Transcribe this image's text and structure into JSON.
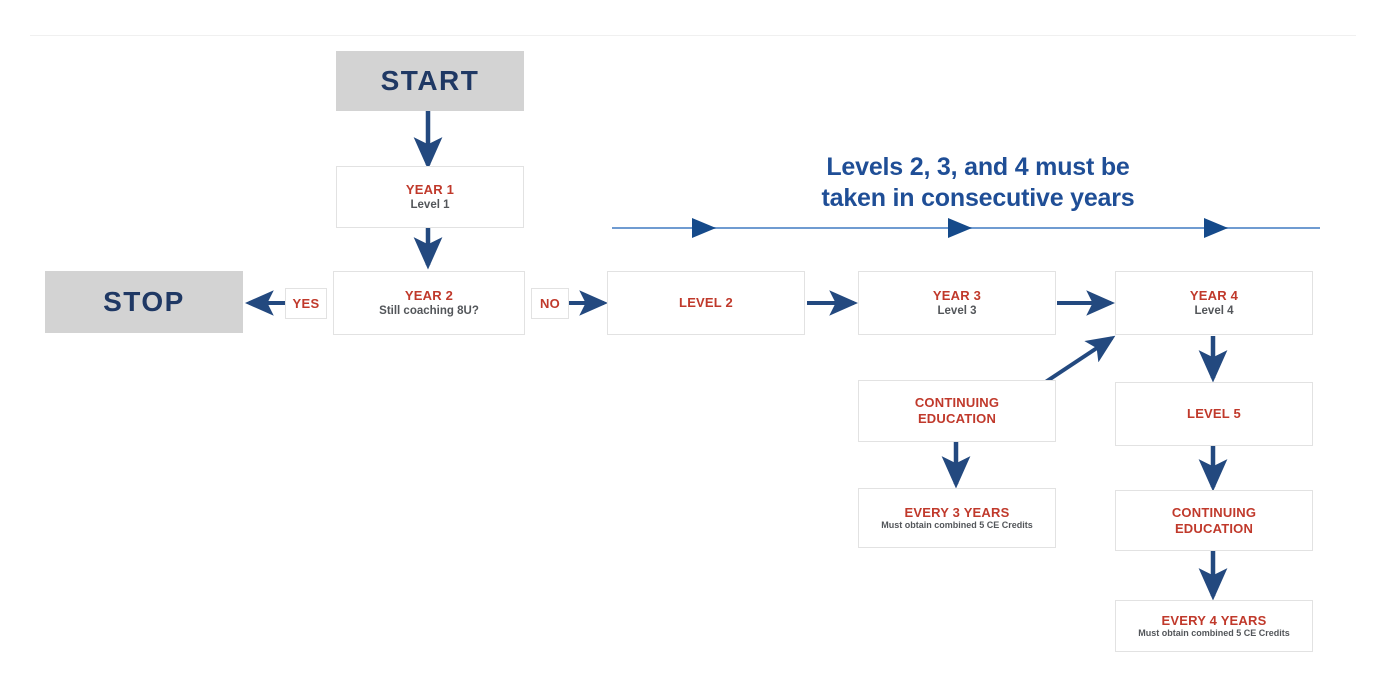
{
  "diagram": {
    "title_banner": "Levels 2, 3, and 4 must be\ntaken in consecutive years",
    "headline_line1": "Levels 2, 3, and 4 must be",
    "headline_line2": "taken in consecutive years",
    "colors": {
      "accent_red": "#c0392b",
      "navy": "#1f3864",
      "arrow_navy": "#23497f",
      "banner_blue": "#1f4e96",
      "terminal_gray": "#d3d3d3",
      "box_border": "#e2e2e2",
      "subtext_gray": "#53565a"
    },
    "nodes": {
      "start": {
        "title": "START",
        "sub": ""
      },
      "year1": {
        "title": "YEAR 1",
        "sub": "Level 1"
      },
      "stop": {
        "title": "STOP",
        "sub": ""
      },
      "year2": {
        "title": "YEAR 2",
        "sub": "Still coaching 8U?"
      },
      "level2": {
        "title": "LEVEL 2",
        "sub": ""
      },
      "year3": {
        "title": "YEAR 3",
        "sub": "Level 3"
      },
      "year4": {
        "title": "YEAR 4",
        "sub": "Level 4"
      },
      "ce_mid": {
        "title_line1": "CONTINUING",
        "title_line2": "EDUCATION"
      },
      "every3": {
        "title": "EVERY 3 YEARS",
        "sub": "Must obtain combined 5 CE Credits"
      },
      "level5": {
        "title": "LEVEL 5",
        "sub": ""
      },
      "ce_right": {
        "title_line1": "CONTINUING",
        "title_line2": "EDUCATION"
      },
      "every4": {
        "title": "EVERY 4 YEARS",
        "sub": "Must obtain combined 5 CE Credits"
      }
    },
    "edge_labels": {
      "yes": "YES",
      "no": "NO"
    }
  }
}
